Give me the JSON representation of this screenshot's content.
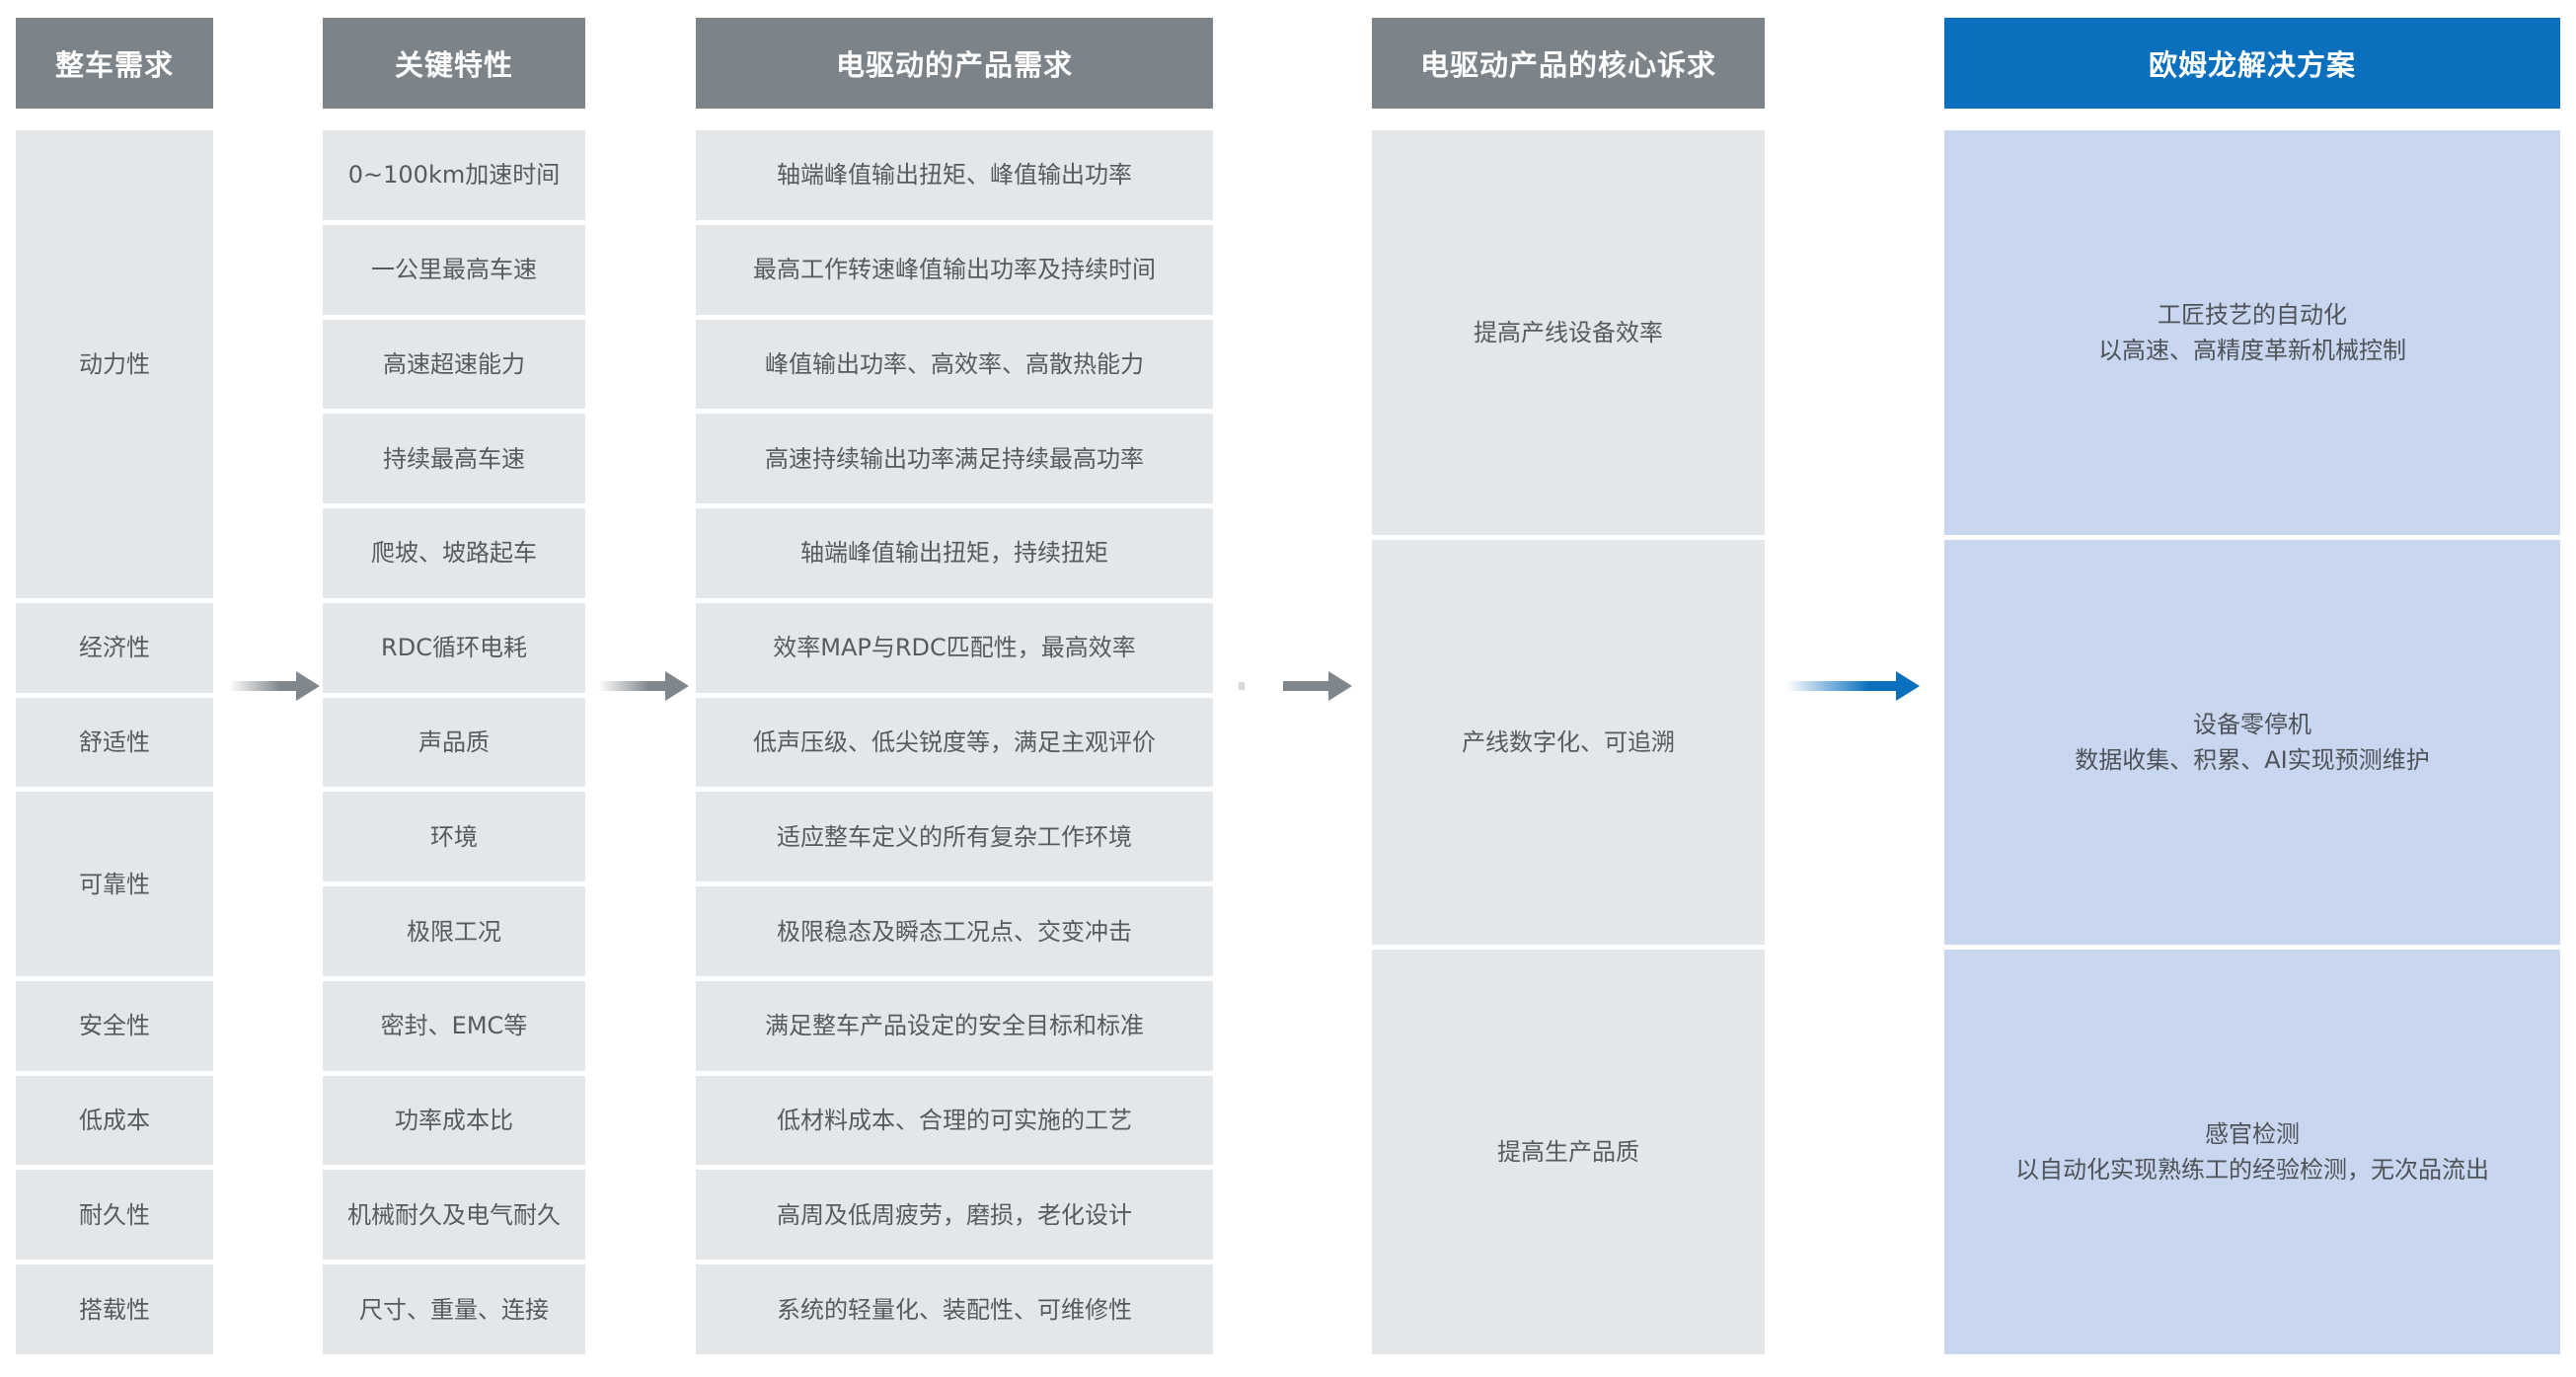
{
  "columns": [
    {
      "header": "整车需求",
      "rows": [
        {
          "text": "动力性",
          "span": 5
        },
        {
          "text": "经济性",
          "span": 1
        },
        {
          "text": "舒适性",
          "span": 1
        },
        {
          "text": "可靠性",
          "span": 2
        },
        {
          "text": "安全性",
          "span": 1
        },
        {
          "text": "低成本",
          "span": 1
        },
        {
          "text": "耐久性",
          "span": 1
        },
        {
          "text": "搭载性",
          "span": 1
        }
      ]
    },
    {
      "header": "关键特性",
      "rows": [
        {
          "text": "0~100km加速时间",
          "span": 1
        },
        {
          "text": "一公里最高车速",
          "span": 1
        },
        {
          "text": "高速超速能力",
          "span": 1
        },
        {
          "text": "持续最高车速",
          "span": 1
        },
        {
          "text": "爬坡、坡路起车",
          "span": 1
        },
        {
          "text": "RDC循环电耗",
          "span": 1
        },
        {
          "text": "声品质",
          "span": 1
        },
        {
          "text": "环境",
          "span": 1
        },
        {
          "text": "极限工况",
          "span": 1
        },
        {
          "text": "密封、EMC等",
          "span": 1
        },
        {
          "text": "功率成本比",
          "span": 1
        },
        {
          "text": "机械耐久及电气耐久",
          "span": 1
        },
        {
          "text": "尺寸、重量、连接",
          "span": 1
        }
      ]
    },
    {
      "header": "电驱动的产品需求",
      "rows": [
        {
          "text": "轴端峰值输出扭矩、峰值输出功率",
          "span": 1
        },
        {
          "text": "最高工作转速峰值输出功率及持续时间",
          "span": 1
        },
        {
          "text": "峰值输出功率、高效率、高散热能力",
          "span": 1
        },
        {
          "text": "高速持续输出功率满足持续最高功率",
          "span": 1
        },
        {
          "text": "轴端峰值输出扭矩，持续扭矩",
          "span": 1
        },
        {
          "text": "效率MAP与RDC匹配性，最高效率",
          "span": 1
        },
        {
          "text": "低声压级、低尖锐度等，满足主观评价",
          "span": 1
        },
        {
          "text": "适应整车定义的所有复杂工作环境",
          "span": 1
        },
        {
          "text": "极限稳态及瞬态工况点、交变冲击",
          "span": 1
        },
        {
          "text": "满足整车产品设定的安全目标和标准",
          "span": 1
        },
        {
          "text": "低材料成本、合理的可实施的工艺",
          "span": 1
        },
        {
          "text": "高周及低周疲劳，磨损，老化设计",
          "span": 1
        },
        {
          "text": "系统的轻量化、装配性、可维修性",
          "span": 1
        }
      ]
    },
    {
      "header": "电驱动产品的核心诉求",
      "rows": [
        {
          "text": "提高产线设备效率",
          "span": 1
        },
        {
          "text": "产线数字化、可追溯",
          "span": 1
        },
        {
          "text": "提高生产品质",
          "span": 1
        }
      ]
    },
    {
      "header": "欧姆龙解决方案",
      "rows": [
        {
          "text": "工匠技艺的自动化\n以高速、高精度革新机械控制",
          "span": 1
        },
        {
          "text": "设备零停机\n数据收集、积累、AI实现预测维护",
          "span": 1
        },
        {
          "text": "感官检测\n以自动化实现熟练工的经验检测，无次品流出",
          "span": 1
        }
      ]
    }
  ],
  "colors": {
    "header_gray": "#7d8489",
    "header_blue": "#0a6fbd",
    "cell_gray": "#e3e7ea",
    "cell_blue": "#c8d6ef",
    "arrow_gray": "#80878c",
    "arrow_blue": "#0a6fbd"
  },
  "icons": [
    "arrow-right-icon"
  ]
}
